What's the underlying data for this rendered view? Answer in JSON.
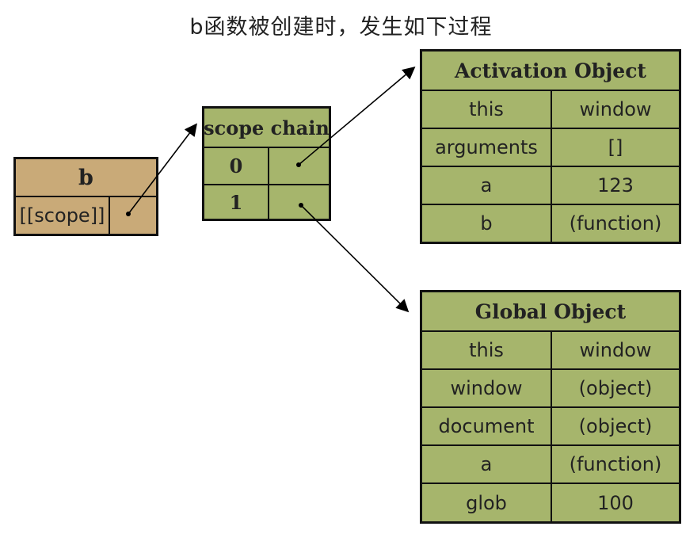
{
  "title": "b函数被创建时，发生如下过程",
  "b_box": {
    "header": "b",
    "scope_label": "[[scope]]"
  },
  "scope_chain": {
    "header": "scope chain",
    "rows": [
      "0",
      "1"
    ]
  },
  "activation_object": {
    "header": "Activation Object",
    "rows": [
      {
        "key": "this",
        "value": "window"
      },
      {
        "key": "arguments",
        "value": "[]"
      },
      {
        "key": "a",
        "value": "123"
      },
      {
        "key": "b",
        "value": "(function)"
      }
    ]
  },
  "global_object": {
    "header": "Global Object",
    "rows": [
      {
        "key": "this",
        "value": "window"
      },
      {
        "key": "window",
        "value": "(object)"
      },
      {
        "key": "document",
        "value": "(object)"
      },
      {
        "key": "a",
        "value": "(function)"
      },
      {
        "key": "glob",
        "value": "100"
      }
    ]
  },
  "colors": {
    "tan": "#c9aa78",
    "green": "#a6b56c",
    "border": "#111111"
  }
}
